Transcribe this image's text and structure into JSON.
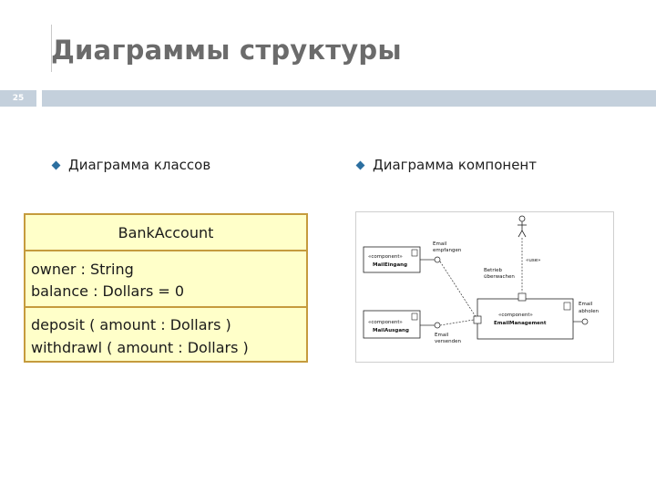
{
  "slide": {
    "title": "Диаграммы структуры",
    "number": "25"
  },
  "bullets": {
    "left": "Диаграмма классов",
    "right": "Диаграмма компонент"
  },
  "class_diagram": {
    "name": "BankAccount",
    "attributes": [
      "owner : String",
      "balance : Dollars = 0"
    ],
    "operations": [
      "deposit ( amount : Dollars )",
      "withdrawl ( amount : Dollars )"
    ],
    "colors": {
      "fill": "#ffffc9",
      "border": "#c59b3d"
    }
  },
  "component_diagram": {
    "components": [
      {
        "stereotype": "«component»",
        "name": "MailEingang"
      },
      {
        "stereotype": "«component»",
        "name": "MailAusgang"
      },
      {
        "stereotype": "«component»",
        "name": "EmailManagement"
      }
    ],
    "labels": {
      "email_empfangen_1": "Email",
      "email_empfangen_2": "empfangen",
      "email_versenden_1": "Email",
      "email_versenden_2": "versenden",
      "betrieb_1": "Betrieb",
      "betrieb_2": "überwachen",
      "email_abholen_1": "Email",
      "email_abholen_2": "abholen",
      "use": "«use»"
    }
  }
}
